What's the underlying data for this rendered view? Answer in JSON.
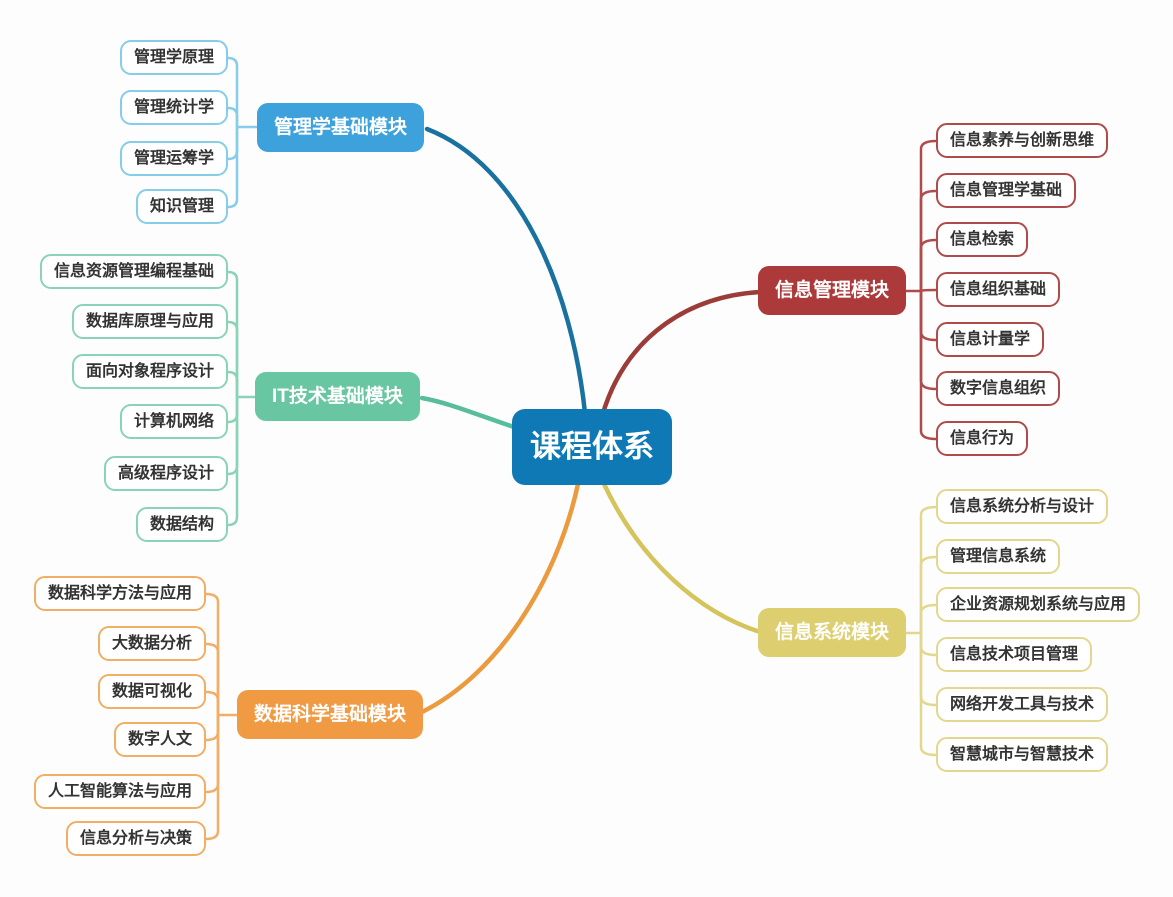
{
  "background": "#fdfdfd",
  "root": {
    "label": "课程体系",
    "color": "#0e79b5"
  },
  "branches": [
    {
      "id": "management-foundation",
      "side": "left",
      "label": "管理学基础模块",
      "color": "#3da1db",
      "child_color": "#86cde9",
      "trunk_color": "#19719f",
      "children": [
        "管理学原理",
        "管理统计学",
        "管理运筹学",
        "知识管理"
      ]
    },
    {
      "id": "it-foundation",
      "side": "left",
      "label": "IT技术基础模块",
      "color": "#69c6a3",
      "child_color": "#8bd3b7",
      "trunk_color": "#58bd9c",
      "children": [
        "信息资源管理编程基础",
        "数据库原理与应用",
        "面向对象程序设计",
        "计算机网络",
        "高级程序设计",
        "数据结构"
      ]
    },
    {
      "id": "data-science-foundation",
      "side": "left",
      "label": "数据科学基础模块",
      "color": "#f09b44",
      "child_color": "#f0ae67",
      "trunk_color": "#eb9a3d",
      "children": [
        "数据科学方法与应用",
        "大数据分析",
        "数据可视化",
        "数字人文",
        "人工智能算法与应用",
        "信息分析与决策"
      ]
    },
    {
      "id": "information-management",
      "side": "right",
      "label": "信息管理模块",
      "color": "#ac3a3a",
      "child_color": "#b04b4b",
      "trunk_color": "#9c3c39",
      "children": [
        "信息素养与创新思维",
        "信息管理学基础",
        "信息检索",
        "信息组织基础",
        "信息计量学",
        "数字信息组织",
        "信息行为"
      ]
    },
    {
      "id": "information-systems",
      "side": "right",
      "label": "信息系统模块",
      "color": "#ddcf70",
      "child_color": "#e2d78f",
      "trunk_color": "#d5c45c",
      "children": [
        "信息系统分析与设计",
        "管理信息系统",
        "企业资源规划系统与应用",
        "信息技术项目管理",
        "网络开发工具与技术",
        "智慧城市与智慧技术"
      ]
    }
  ]
}
